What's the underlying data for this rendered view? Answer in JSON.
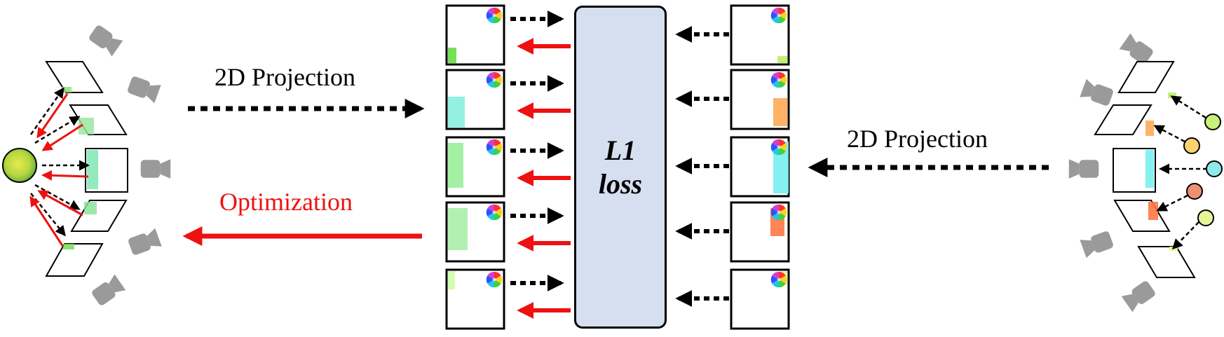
{
  "labels": {
    "projection_left": "2D Projection",
    "projection_right": "2D Projection",
    "optimization": "Optimization",
    "loss_line1": "L1",
    "loss_line2": "loss"
  },
  "colors": {
    "forward_arrow": "#000000",
    "optimization_arrow": "#ee1111",
    "loss_box_fill": "#d6dff0",
    "camera_icon": "#9a9a9a",
    "gaussian_left_center": "#c8e04a",
    "gaussian_left_edge": "#4da23a"
  },
  "left_views": [
    {
      "patch": "#8fe07a"
    },
    {
      "patch": "#9ae7a0"
    },
    {
      "patch": "#7fe6b4"
    },
    {
      "patch": "#8de39a"
    },
    {
      "patch": "#79dc55"
    }
  ],
  "rendered_maps": [
    {
      "patch": "#66dd44"
    },
    {
      "patch": "#88eedd"
    },
    {
      "patch": "#99ee99"
    },
    {
      "patch": "#aaeeaa"
    },
    {
      "patch": "#ccffaa"
    }
  ],
  "target_maps": [
    {
      "patch": "#bbee66"
    },
    {
      "patch": "#ffaa55"
    },
    {
      "patch": "#77eeee"
    },
    {
      "patch": "#ff7744"
    },
    {
      "patch": "#ddff88"
    }
  ],
  "right_points": [
    {
      "color": "#c8f07a"
    },
    {
      "color": "#ffd070"
    },
    {
      "color": "#8fe8ea"
    },
    {
      "color": "#ef9070"
    },
    {
      "color": "#e6f59a"
    }
  ],
  "icons": [
    "camera-icon",
    "color-wheel-icon",
    "gaussian-sphere-icon"
  ]
}
